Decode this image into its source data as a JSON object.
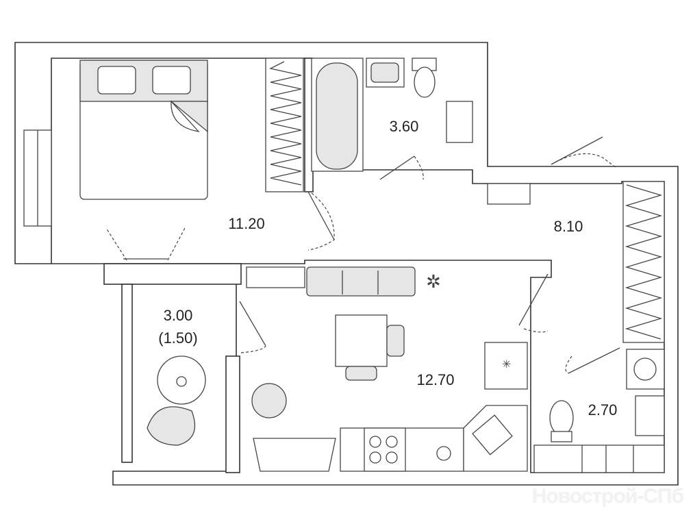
{
  "rooms": [
    {
      "name": "bedroom",
      "area": "11.20"
    },
    {
      "name": "bathroom",
      "area": "3.60"
    },
    {
      "name": "hallway",
      "area": "8.10"
    },
    {
      "name": "balcony",
      "area": "3.00",
      "reduced_area": "(1.50)"
    },
    {
      "name": "kitchen-living",
      "area": "12.70"
    },
    {
      "name": "toilet",
      "area": "2.70"
    }
  ],
  "watermark": "Новострой-СПб"
}
